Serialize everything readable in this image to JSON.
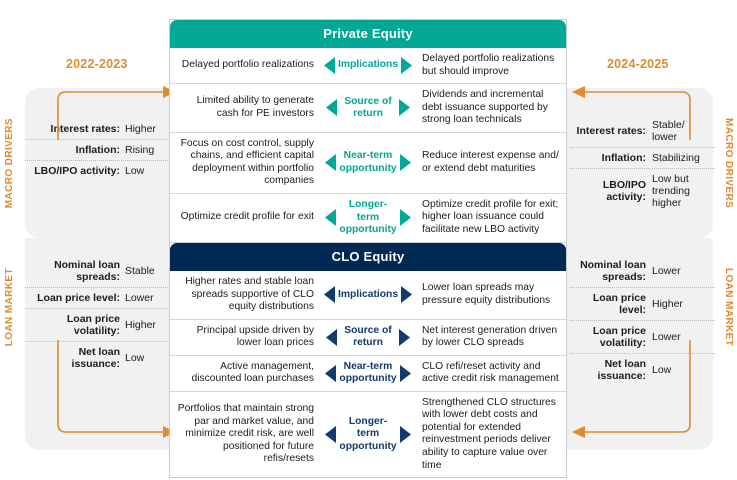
{
  "colors": {
    "teal": "#00a895",
    "navy": "#002855",
    "navy_text": "#123a6b",
    "orange": "#E08A32",
    "panel_grey": "#f1f1f1",
    "border_grey": "#d3d7db"
  },
  "rails": {
    "left_top": "MACRO DRIVERS",
    "left_bottom": "LOAN MARKET",
    "right_top": "MACRO DRIVERS",
    "right_bottom": "LOAN MARKET"
  },
  "years": {
    "left": "2022-2023",
    "right": "2024-2025"
  },
  "left_drivers": {
    "macro": [
      {
        "key": "Interest rates:",
        "value": "Higher"
      },
      {
        "key": "Inflation:",
        "value": "Rising"
      },
      {
        "key": "LBO/IPO activity:",
        "value": "Low"
      }
    ],
    "loan_market": [
      {
        "key": "Nominal loan spreads:",
        "value": "Stable"
      },
      {
        "key": "Loan price level:",
        "value": "Lower"
      },
      {
        "key": "Loan price volatility:",
        "value": "Higher"
      },
      {
        "key": "Net loan issuance:",
        "value": "Low"
      }
    ]
  },
  "right_drivers": {
    "macro": [
      {
        "key": "Interest rates:",
        "value": "Stable/ lower"
      },
      {
        "key": "Inflation:",
        "value": "Stabilizing"
      },
      {
        "key": "LBO/IPO activity:",
        "value": "Low but trending higher"
      }
    ],
    "loan_market": [
      {
        "key": "Nominal loan spreads:",
        "value": "Lower"
      },
      {
        "key": "Loan price level:",
        "value": "Higher"
      },
      {
        "key": "Loan price volatility:",
        "value": "Lower"
      },
      {
        "key": "Net loan issuance:",
        "value": "Low"
      }
    ]
  },
  "private_equity": {
    "title": "Private Equity",
    "rows": [
      {
        "label": "Implications",
        "left": "Delayed portfolio realizations",
        "right": "Delayed portfolio realizations but should improve"
      },
      {
        "label": "Source of return",
        "left": "Limited ability to generate cash for PE investors",
        "right": "Dividends and incremental debt issuance supported by strong loan technicals"
      },
      {
        "label": "Near-term opportunity",
        "left": "Focus on cost control, supply chains, and efficient capital deployment within portfolio companies",
        "right": "Reduce interest expense and/ or extend debt maturities"
      },
      {
        "label": "Longer-term opportunity",
        "left": "Optimize credit profile for exit",
        "right": "Optimize credit profile for exit; higher loan issuance could facilitate new LBO activity"
      }
    ]
  },
  "clo_equity": {
    "title": "CLO Equity",
    "rows": [
      {
        "label": "Implications",
        "left": "Higher rates and stable loan spreads supportive of CLO equity distributions",
        "right": "Lower loan spreads may pressure equity distributions"
      },
      {
        "label": "Source of return",
        "left": "Principal upside driven by lower loan prices",
        "right": "Net interest generation driven by lower CLO spreads"
      },
      {
        "label": "Near-term opportunity",
        "left": "Active management, discounted loan purchases",
        "right": "CLO refi/reset activity and active credit risk management"
      },
      {
        "label": "Longer-term opportunity",
        "left": "Portfolios that maintain strong par and market value, and minimize credit risk, are well positioned for future refis/resets",
        "right": "Strengthened CLO structures with lower debt costs and potential for extended reinvestment periods deliver ability to capture value over time"
      }
    ]
  }
}
